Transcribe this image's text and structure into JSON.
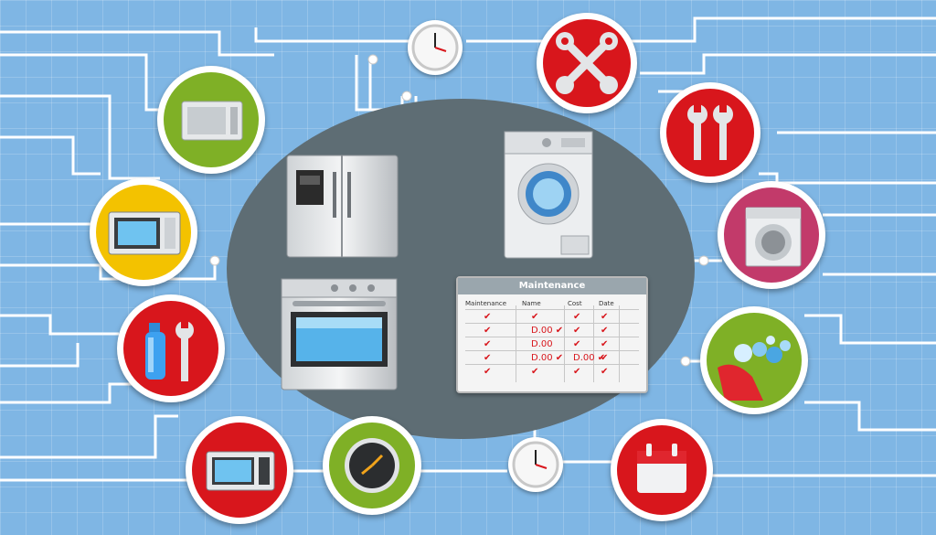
{
  "table": {
    "title": "Maintenance",
    "headers": [
      "Maintenance",
      "Name",
      "Cost",
      "Date"
    ],
    "rows": [
      [
        "✔",
        "✔",
        "✔",
        "✔"
      ],
      [
        "✔",
        "D.00 ✔",
        "✔",
        "✔"
      ],
      [
        "✔",
        "D.00",
        "✔",
        "✔"
      ],
      [
        "✔",
        "D.00 ✔",
        "D.00 ✔",
        "✔"
      ],
      [
        "✔",
        "✔",
        "✔",
        "✔"
      ]
    ]
  },
  "colors": {
    "background": "#7fb6e4",
    "hub": "#5e6d74",
    "red": "#d8161c",
    "green": "#7fb026",
    "yellow": "#f3c200",
    "pink": "#c23a6a"
  },
  "icons": [
    "microwave-icon",
    "wrench-screwdriver-icon",
    "wrenches-icon",
    "front-loader-washer-icon",
    "detergent-bubbles-icon",
    "calendar-icon",
    "clock-icon",
    "spray-bottle-wrench-icon",
    "refrigerator-icon",
    "oven-icon",
    "washing-machine-icon"
  ]
}
